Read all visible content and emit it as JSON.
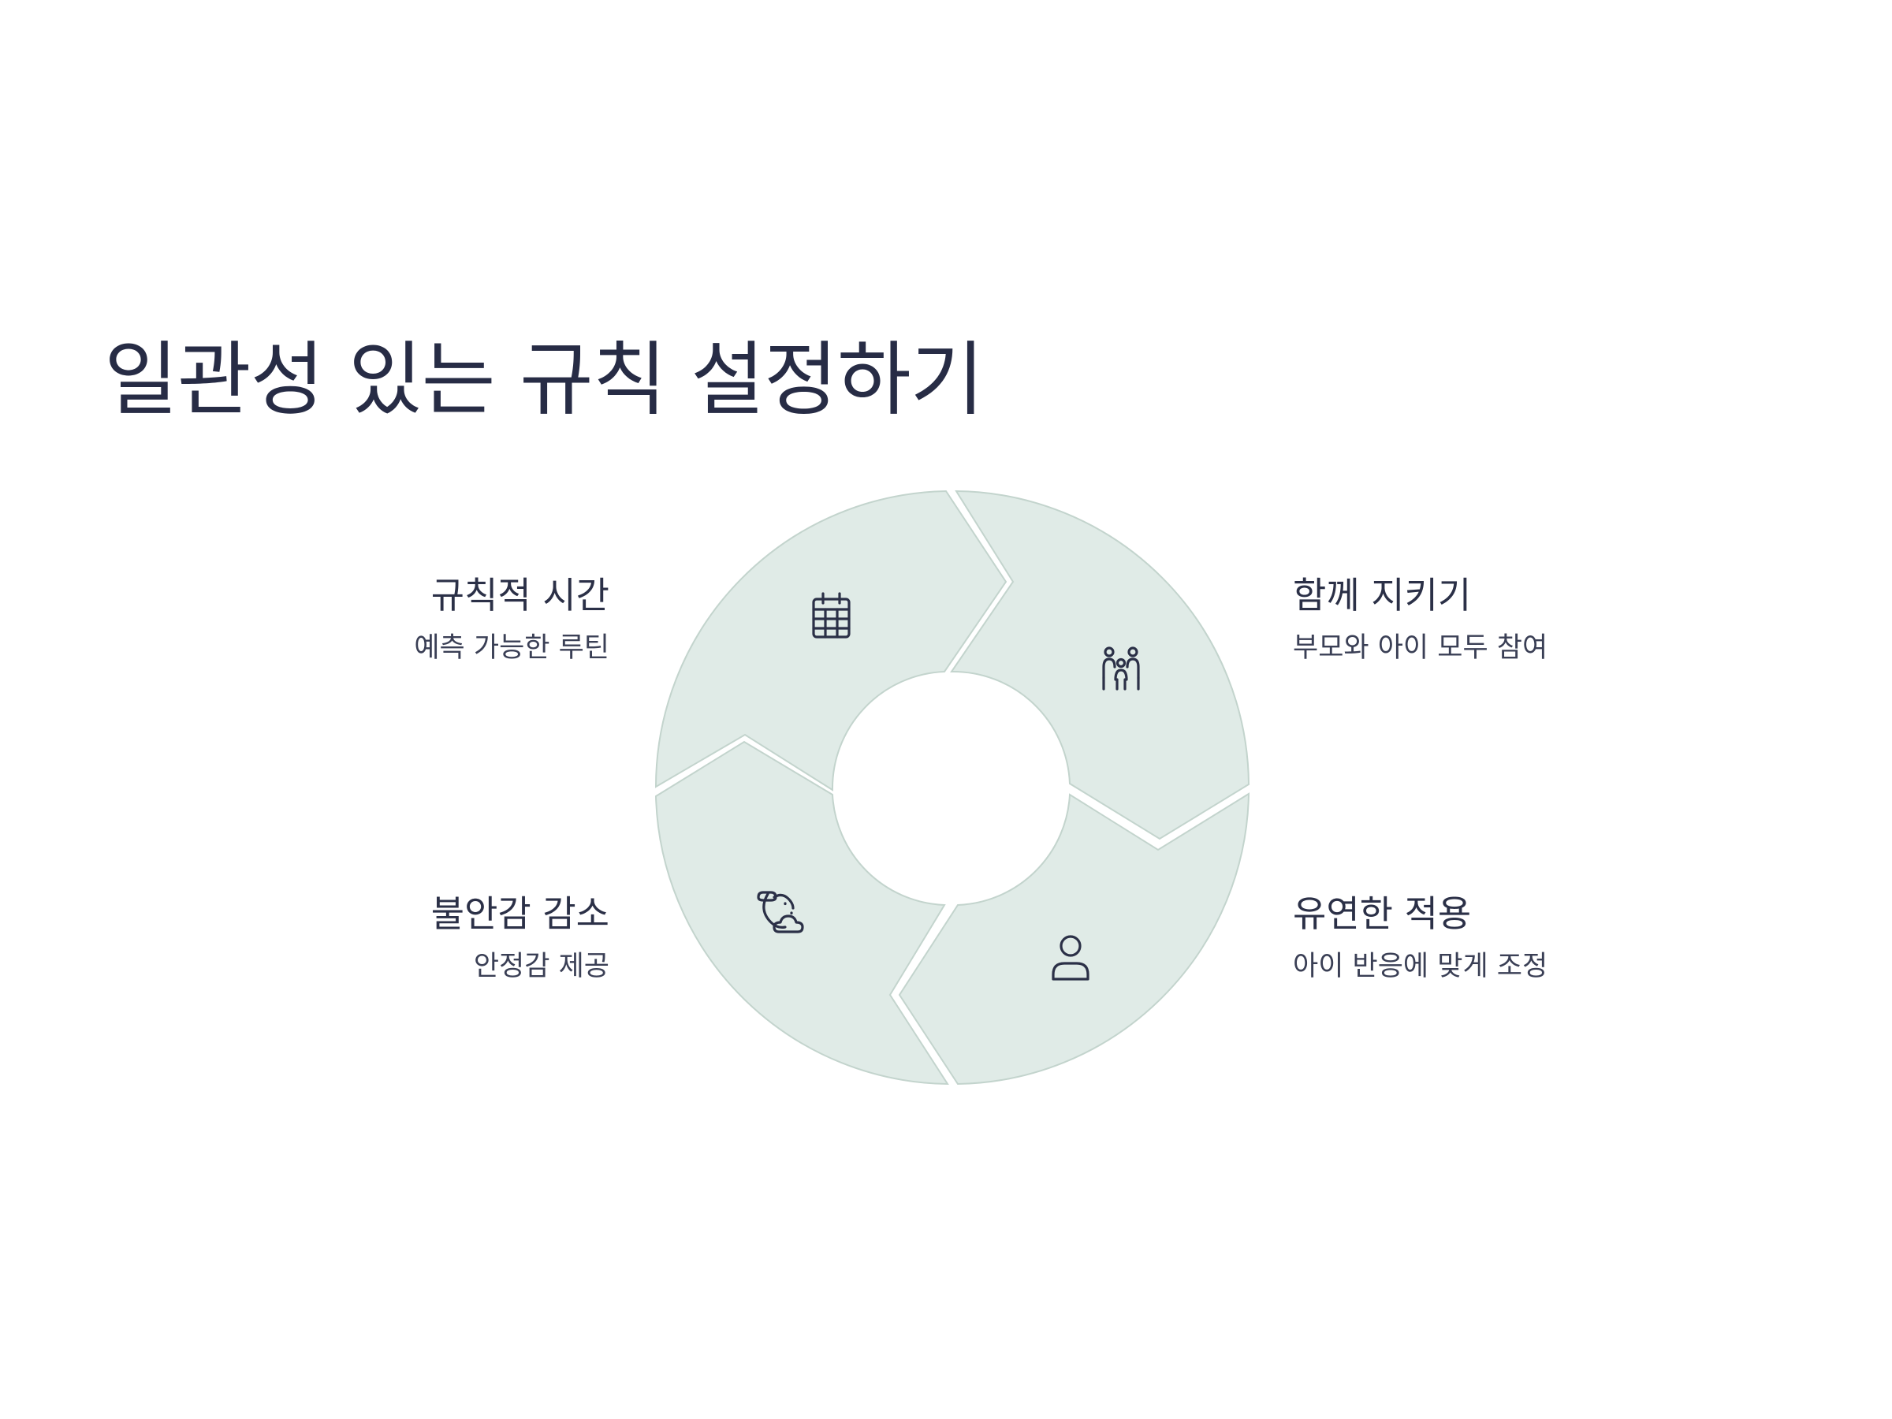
{
  "title": "일관성 있는 규칙 설정하기",
  "colors": {
    "segment_fill": "#e0ebe7",
    "segment_stroke": "#c3d4cd",
    "text": "#2b3047",
    "background": "#ffffff"
  },
  "segments": [
    {
      "id": "regular-time",
      "title": "규칙적 시간",
      "subtitle": "예측 가능한 루틴",
      "icon": "calendar-icon",
      "position": "top-left"
    },
    {
      "id": "keep-together",
      "title": "함께 지키기",
      "subtitle": "부모와 아이 모두 참여",
      "icon": "family-icon",
      "position": "top-right"
    },
    {
      "id": "flexible-application",
      "title": "유연한 적용",
      "subtitle": "아이 반응에 맞게 조정",
      "icon": "person-icon",
      "position": "bottom-right"
    },
    {
      "id": "reduce-anxiety",
      "title": "불안감 감소",
      "subtitle": "안정감 제공",
      "icon": "night-weather-icon",
      "position": "bottom-left"
    }
  ]
}
